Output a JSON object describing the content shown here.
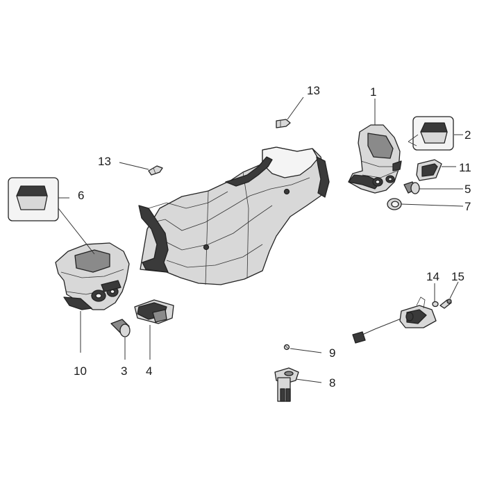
{
  "colors": {
    "line": "#222222",
    "dark_fill": "#3a3a3a",
    "mid_fill": "#8a8a8a",
    "light_fill": "#d8d8d8"
  },
  "callouts": [
    {
      "id": "c1",
      "text": "1"
    },
    {
      "id": "c2",
      "text": "2"
    },
    {
      "id": "c3",
      "text": "3"
    },
    {
      "id": "c4",
      "text": "4"
    },
    {
      "id": "c5",
      "text": "5"
    },
    {
      "id": "c6",
      "text": "6"
    },
    {
      "id": "c7",
      "text": "7"
    },
    {
      "id": "c8",
      "text": "8"
    },
    {
      "id": "c9",
      "text": "9"
    },
    {
      "id": "c10",
      "text": "10"
    },
    {
      "id": "c11",
      "text": "11"
    },
    {
      "id": "c13a",
      "text": "13"
    },
    {
      "id": "c13b",
      "text": "13"
    },
    {
      "id": "c14",
      "text": "14"
    },
    {
      "id": "c15",
      "text": "15"
    }
  ]
}
